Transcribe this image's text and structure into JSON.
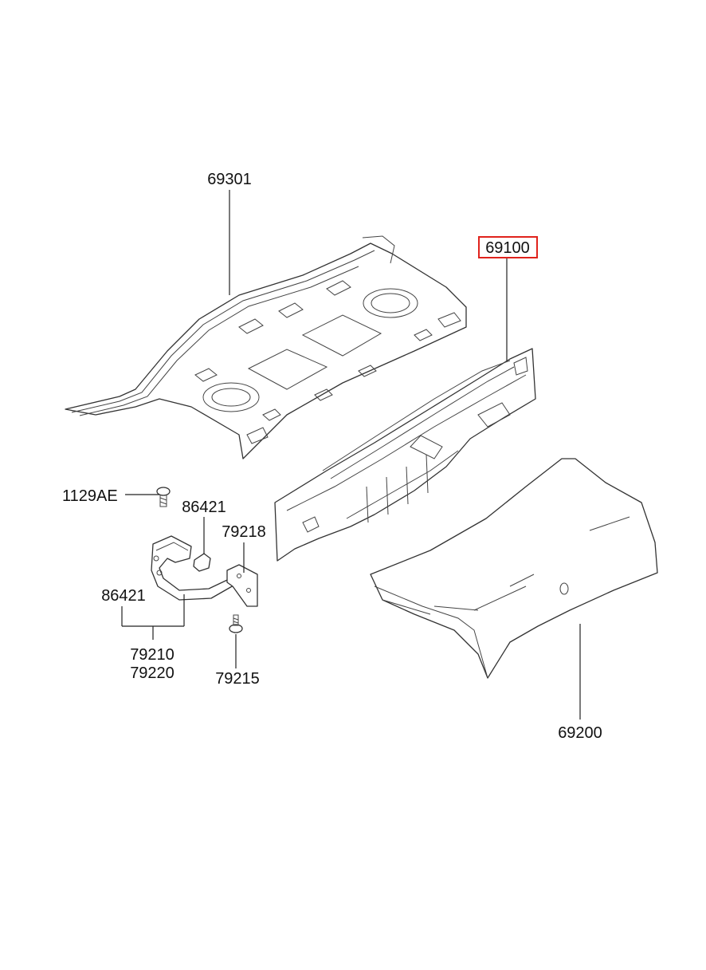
{
  "labels": {
    "rear_package_tray": "69301",
    "back_panel": "69100",
    "trunk_lid": "69200",
    "bolt": "1129AE",
    "bumper_upper": "86421",
    "hinge_bumper_left": "86421",
    "hinge_bracket": "79218",
    "hinge_assy_lh": "79210",
    "hinge_assy_rh": "79220",
    "hinge_bolt": "79215"
  },
  "highlight": {
    "part": "69100",
    "color": "#e0221c"
  }
}
